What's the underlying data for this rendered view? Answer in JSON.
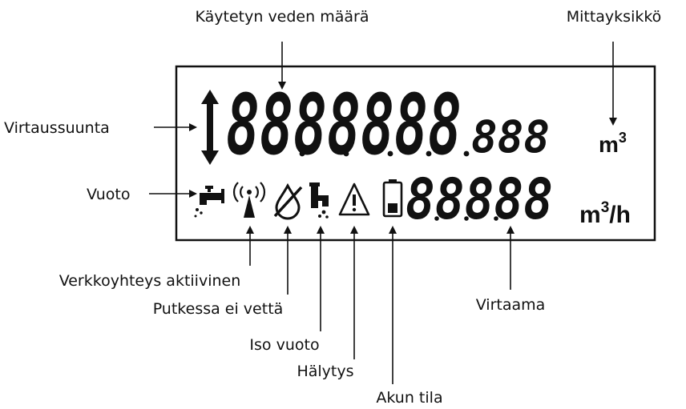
{
  "labels": {
    "used_water": "Käytetyn veden määrä",
    "unit": "Mittayksikkö",
    "flow_direction": "Virtaussuunta",
    "leak": "Vuoto",
    "network": "Verkkoyhteys aktiivinen",
    "no_water": "Putkessa ei vettä",
    "big_leak": "Iso vuoto",
    "alarm": "Hälytys",
    "battery": "Akun tila",
    "flow_rate": "Virtaama"
  },
  "display": {
    "main_digits": "8888888",
    "decimal_digits": "888",
    "flow_digits": "88888",
    "unit_volume_base": "m",
    "unit_volume_exp": "3",
    "unit_flow_base": "m",
    "unit_flow_exp": "3",
    "unit_flow_suffix": "/h"
  },
  "icons": [
    "direction-arrows-icon",
    "tap-icon",
    "antenna-icon",
    "empty-pipe-icon",
    "big-leak-icon",
    "warning-triangle-icon",
    "battery-icon"
  ],
  "colors": {
    "ink": "#111111",
    "background": "#ffffff"
  }
}
